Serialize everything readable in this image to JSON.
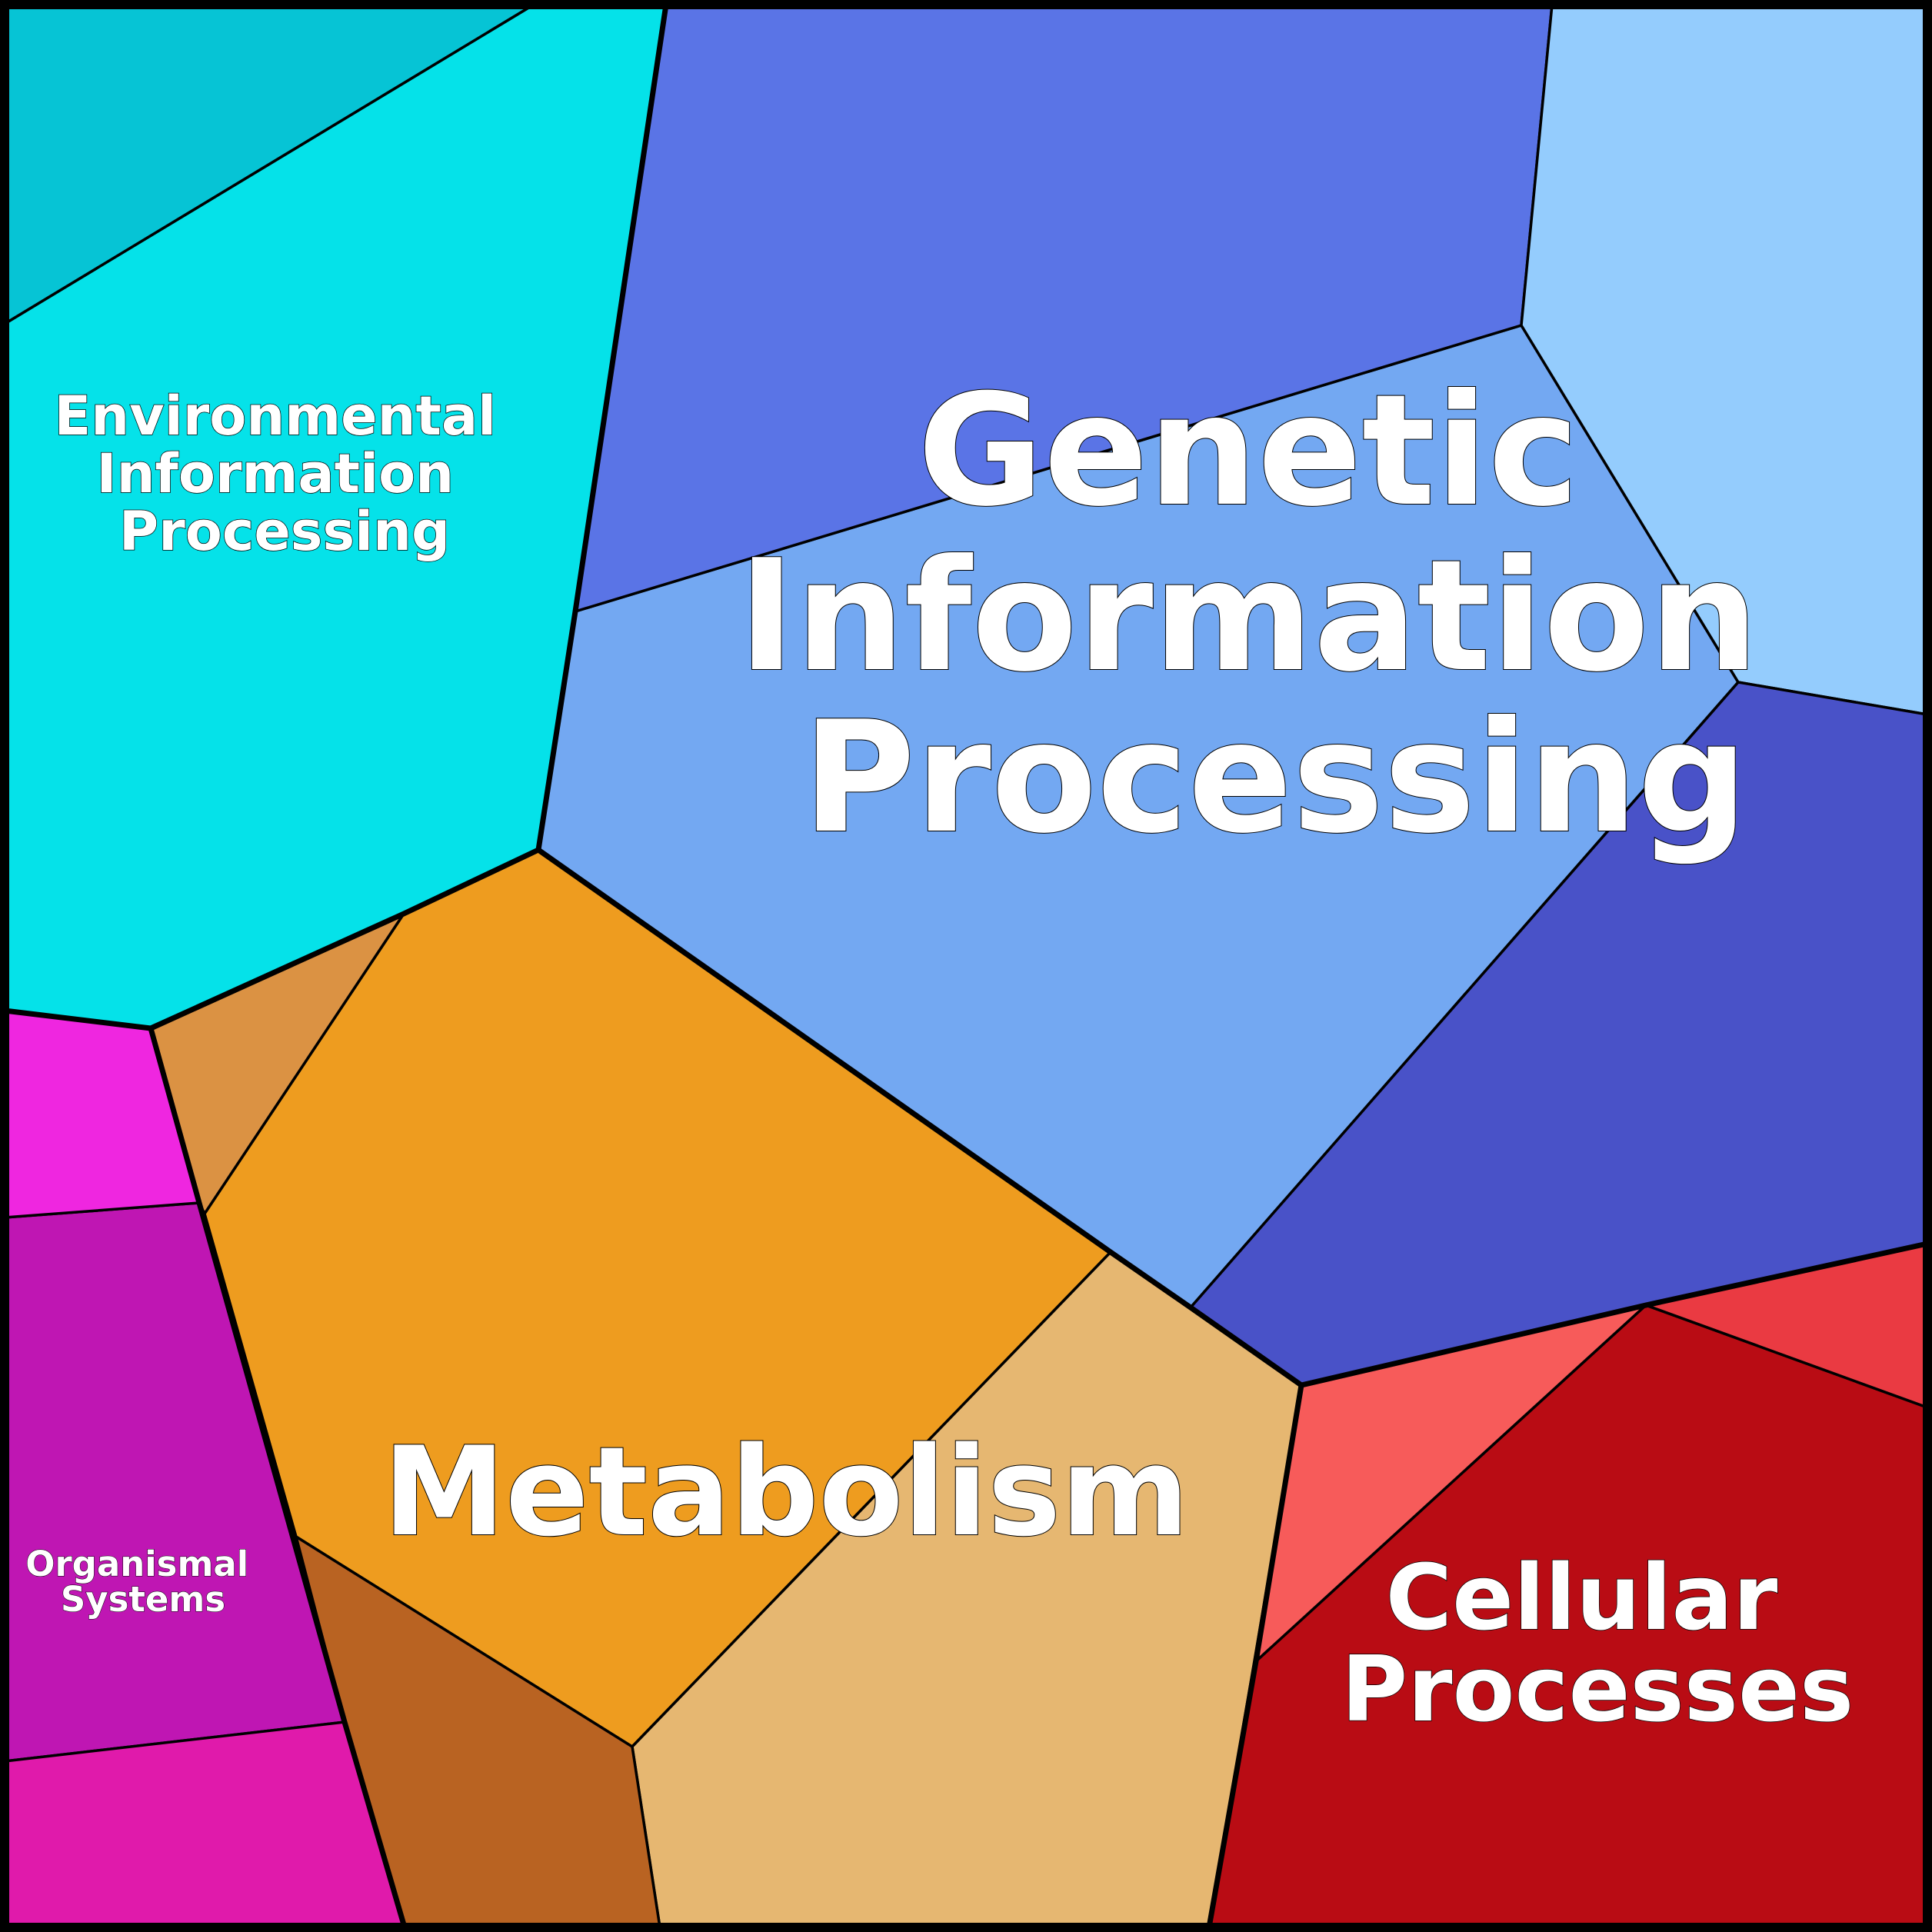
{
  "diagram": {
    "type": "voronoi-treemap",
    "categories": [
      {
        "key": "genetic",
        "label_lines": [
          "Genetic",
          "Information",
          "Processing"
        ],
        "colors": [
          "#73a8f2",
          "#5a74e6",
          "#94ccfd",
          "#4952c8"
        ]
      },
      {
        "key": "environmental",
        "label_lines": [
          "Environmental",
          "Information",
          "Processing"
        ],
        "colors": [
          "#05e2e9",
          "#06c4d5"
        ]
      },
      {
        "key": "metabolism",
        "label_lines": [
          "Metabolism"
        ],
        "colors": [
          "#ee9c1f",
          "#db9243",
          "#e6b771",
          "#b96322"
        ]
      },
      {
        "key": "cellular",
        "label_lines": [
          "Cellular",
          "Processes"
        ],
        "colors": [
          "#b90c14",
          "#f75b5a",
          "#ea3a42"
        ]
      },
      {
        "key": "organismal",
        "label_lines": [
          "Organismal",
          "Systems"
        ],
        "colors": [
          "#bf16b3",
          "#ef26e0",
          "#e01aab"
        ]
      }
    ]
  }
}
